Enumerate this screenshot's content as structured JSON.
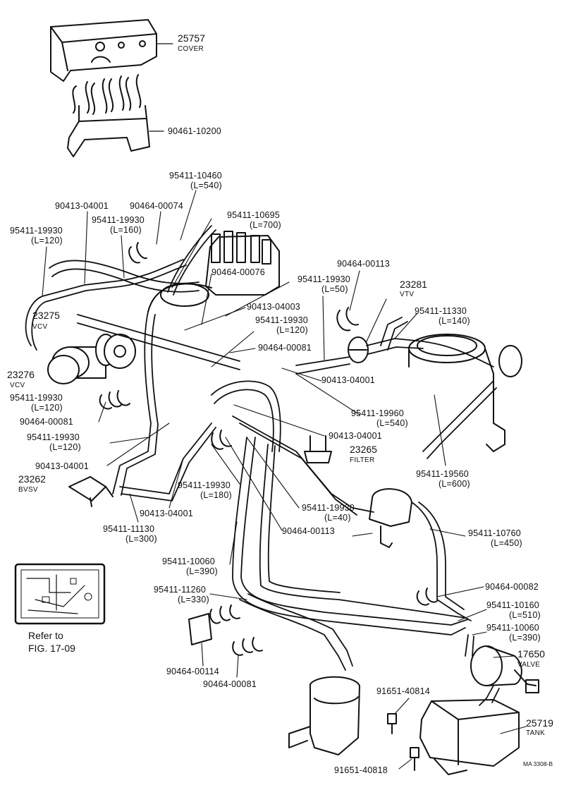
{
  "labels": {
    "p25757": "25757",
    "cover": "COVER",
    "p90461": "90461-10200",
    "p95411_10460": "95411-10460",
    "l540a": "(L=540)",
    "p90413_a": "90413-04001",
    "p90464_00074": "90464-00074",
    "p95411_10695": "95411-10695",
    "l700": "(L=700)",
    "p95411_19930_a": "95411-19930",
    "l160": "(L=160)",
    "p95411_19930_b": "95411-19930",
    "l120a": "(L=120)",
    "p90464_00076": "90464-00076",
    "p95411_19930_c": "95411-19930",
    "l50": "(L=50)",
    "p90464_00113_a": "90464-00113",
    "p23281": "23281",
    "vtv": "VTV",
    "p90413_04003": "90413-04003",
    "p95411_19930_d": "95411-19930",
    "l120b": "(L=120)",
    "p95411_11330": "95411-11330",
    "l140": "(L=140)",
    "p23275": "23275",
    "vcv1": "VCV",
    "p90464_00081_a": "90464-00081",
    "p23276": "23276",
    "vcv2": "VCV",
    "p95411_19930_e": "95411-19930",
    "l120c": "(L=120)",
    "p90413_b": "90413-04001",
    "p90464_00081_b": "90464-00081",
    "p95411_19960": "95411-19960",
    "l540b": "(L=540)",
    "p95411_19930_f": "95411-19930",
    "l120d": "(L=120)",
    "p90413_c": "90413-04001",
    "p23265": "23265",
    "filter": "FILTER",
    "p90413_d": "90413-04001",
    "p95411_19560": "95411-19560",
    "l600": "(L=600)",
    "p23262": "23262",
    "bvsv": "BVSV",
    "p95411_19930_g": "95411-19930",
    "l180": "(L=180)",
    "p90413_e": "90413-04001",
    "p95411_19930_h": "95411-19930",
    "l40": "(L=40)",
    "p95411_11130": "95411-11130",
    "l300": "(L=300)",
    "p90464_00113_b": "90464-00113",
    "p95411_10760": "95411-10760",
    "l450": "(L=450)",
    "p95411_10060_a": "95411-10060",
    "l390a": "(L=390)",
    "p90464_00082": "90464-00082",
    "p95411_11260": "95411-11260",
    "l330": "(L=330)",
    "p95411_10160": "95411-10160",
    "l510": "(L=510)",
    "p95411_10060_b": "95411-10060",
    "l390b": "(L=390)",
    "p17650": "17650",
    "valve": "VALVE",
    "p90464_00114": "90464-00114",
    "p90464_00081_c": "90464-00081",
    "p91651_40814": "91651-40814",
    "p25719": "25719",
    "tank": "TANK",
    "p91651_40818": "91651-40818",
    "refer_line1": "Refer to",
    "refer_line2": "FIG. 17-09",
    "fig_code": "MA 3308-B"
  },
  "colors": {
    "ink": "#111111",
    "paper": "#ffffff"
  }
}
